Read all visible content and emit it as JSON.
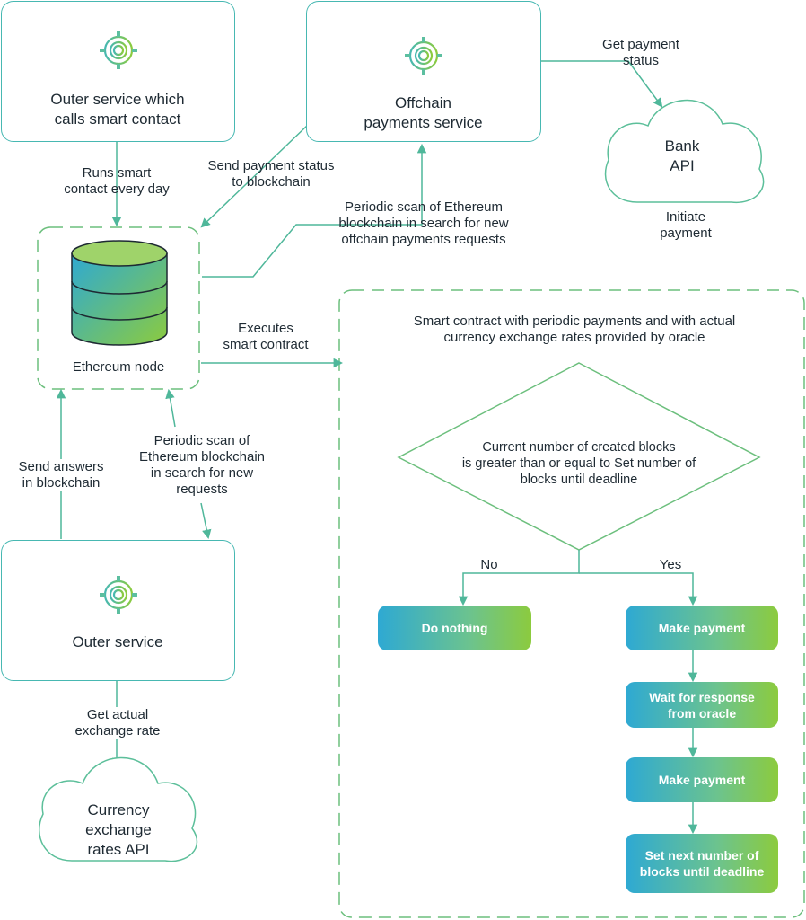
{
  "nodes": {
    "outer_caller": "Outer service which\ncalls smart contact",
    "offchain": "Offchain\npayments service",
    "bank_api": "Bank\nAPI",
    "ethereum_node": "Ethereum node",
    "outer_service": "Outer service",
    "currency_api": "Currency\nexchange\nrates API",
    "contract_title": "Smart contract with periodic payments and with actual\ncurrency exchange rates provided by oracle",
    "decision": "Current number of created blocks\nis greater than or equal to Set number of\nblocks until deadline",
    "do_nothing": "Do nothing",
    "make_payment_1": "Make payment",
    "wait_oracle": "Wait for response\nfrom oracle",
    "make_payment_2": "Make payment",
    "set_next": "Set next number of\nblocks until deadline"
  },
  "edges": {
    "runs_daily": "Runs smart\ncontact every day",
    "send_status": "Send payment status\nto blockchain",
    "get_payment_status": "Get payment\nstatus",
    "initiate_payment": "Initiate\npayment",
    "periodic_scan_offchain": "Periodic scan of Ethereum\nblockchain in search for new\noffchain payments requests",
    "executes": "Executes\nsmart contract",
    "send_answers": "Send answers\nin blockchain",
    "periodic_scan_requests": "Periodic scan of\nEthereum blockchain\nin search for new\nrequests",
    "get_rate": "Get actual\nexchange rate",
    "no": "No",
    "yes": "Yes"
  },
  "icons": {
    "gear": "gear-icon",
    "cloud": "cloud-icon",
    "database": "database-icon"
  },
  "colors": {
    "teal": "#47b8b2",
    "green": "#8ccb3e",
    "blue": "#2ea9d3"
  }
}
